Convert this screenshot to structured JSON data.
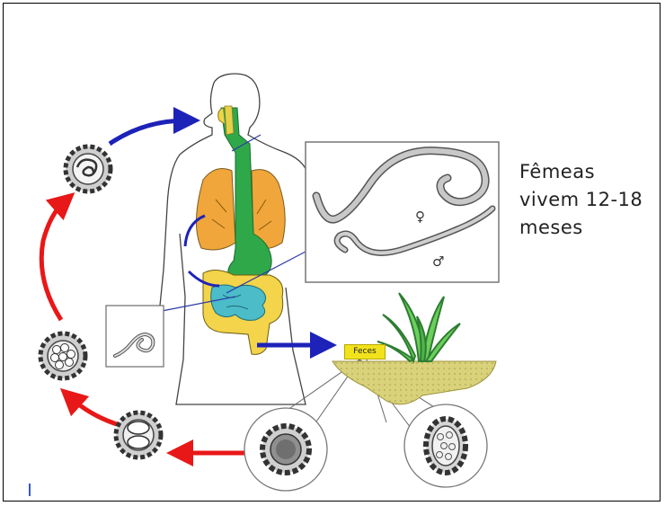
{
  "caption": {
    "line1": "Fêmeas",
    "line2": "vivem 12-18",
    "line3": "meses"
  },
  "labels": {
    "feces": "Feces",
    "female_symbol": "♀",
    "male_symbol": "♂"
  },
  "colors": {
    "red_arrow": "#e81818",
    "blue_arrow": "#1d22b8",
    "lung": "#f0a63a",
    "esophagus_green": "#2fa84a",
    "intestine_yellow": "#f3d44a",
    "intestine_cyan": "#4bbcc8",
    "soil": "#d9d27a",
    "worm_gray": "#8d8d8d"
  }
}
